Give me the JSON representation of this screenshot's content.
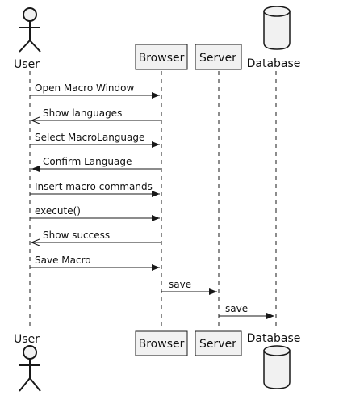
{
  "participants": [
    {
      "id": "user",
      "kind": "actor",
      "label": "User"
    },
    {
      "id": "browser",
      "kind": "box",
      "label": "Browser"
    },
    {
      "id": "server",
      "kind": "box",
      "label": "Server"
    },
    {
      "id": "database",
      "kind": "database",
      "label": "Database"
    }
  ],
  "messages": [
    {
      "from": "user",
      "to": "browser",
      "label": "Open Macro Window",
      "style": "solid"
    },
    {
      "from": "browser",
      "to": "user",
      "label": "Show languages",
      "style": "open"
    },
    {
      "from": "user",
      "to": "browser",
      "label": "Select MacroLanguage",
      "style": "solid"
    },
    {
      "from": "browser",
      "to": "user",
      "label": "Confirm Language",
      "style": "solid"
    },
    {
      "from": "user",
      "to": "browser",
      "label": "Insert macro commands",
      "style": "solid"
    },
    {
      "from": "user",
      "to": "browser",
      "label": "execute()",
      "style": "solid"
    },
    {
      "from": "browser",
      "to": "user",
      "label": "Show success",
      "style": "open"
    },
    {
      "from": "user",
      "to": "browser",
      "label": "Save Macro",
      "style": "solid"
    },
    {
      "from": "browser",
      "to": "server",
      "label": "save",
      "style": "solid"
    },
    {
      "from": "server",
      "to": "database",
      "label": "save",
      "style": "solid"
    }
  ],
  "colors": {
    "line": "#181818",
    "box_fill": "#f1f1f1",
    "box_stroke": "#181818",
    "database_fill": "#f1f1f1",
    "text": "#111111"
  }
}
